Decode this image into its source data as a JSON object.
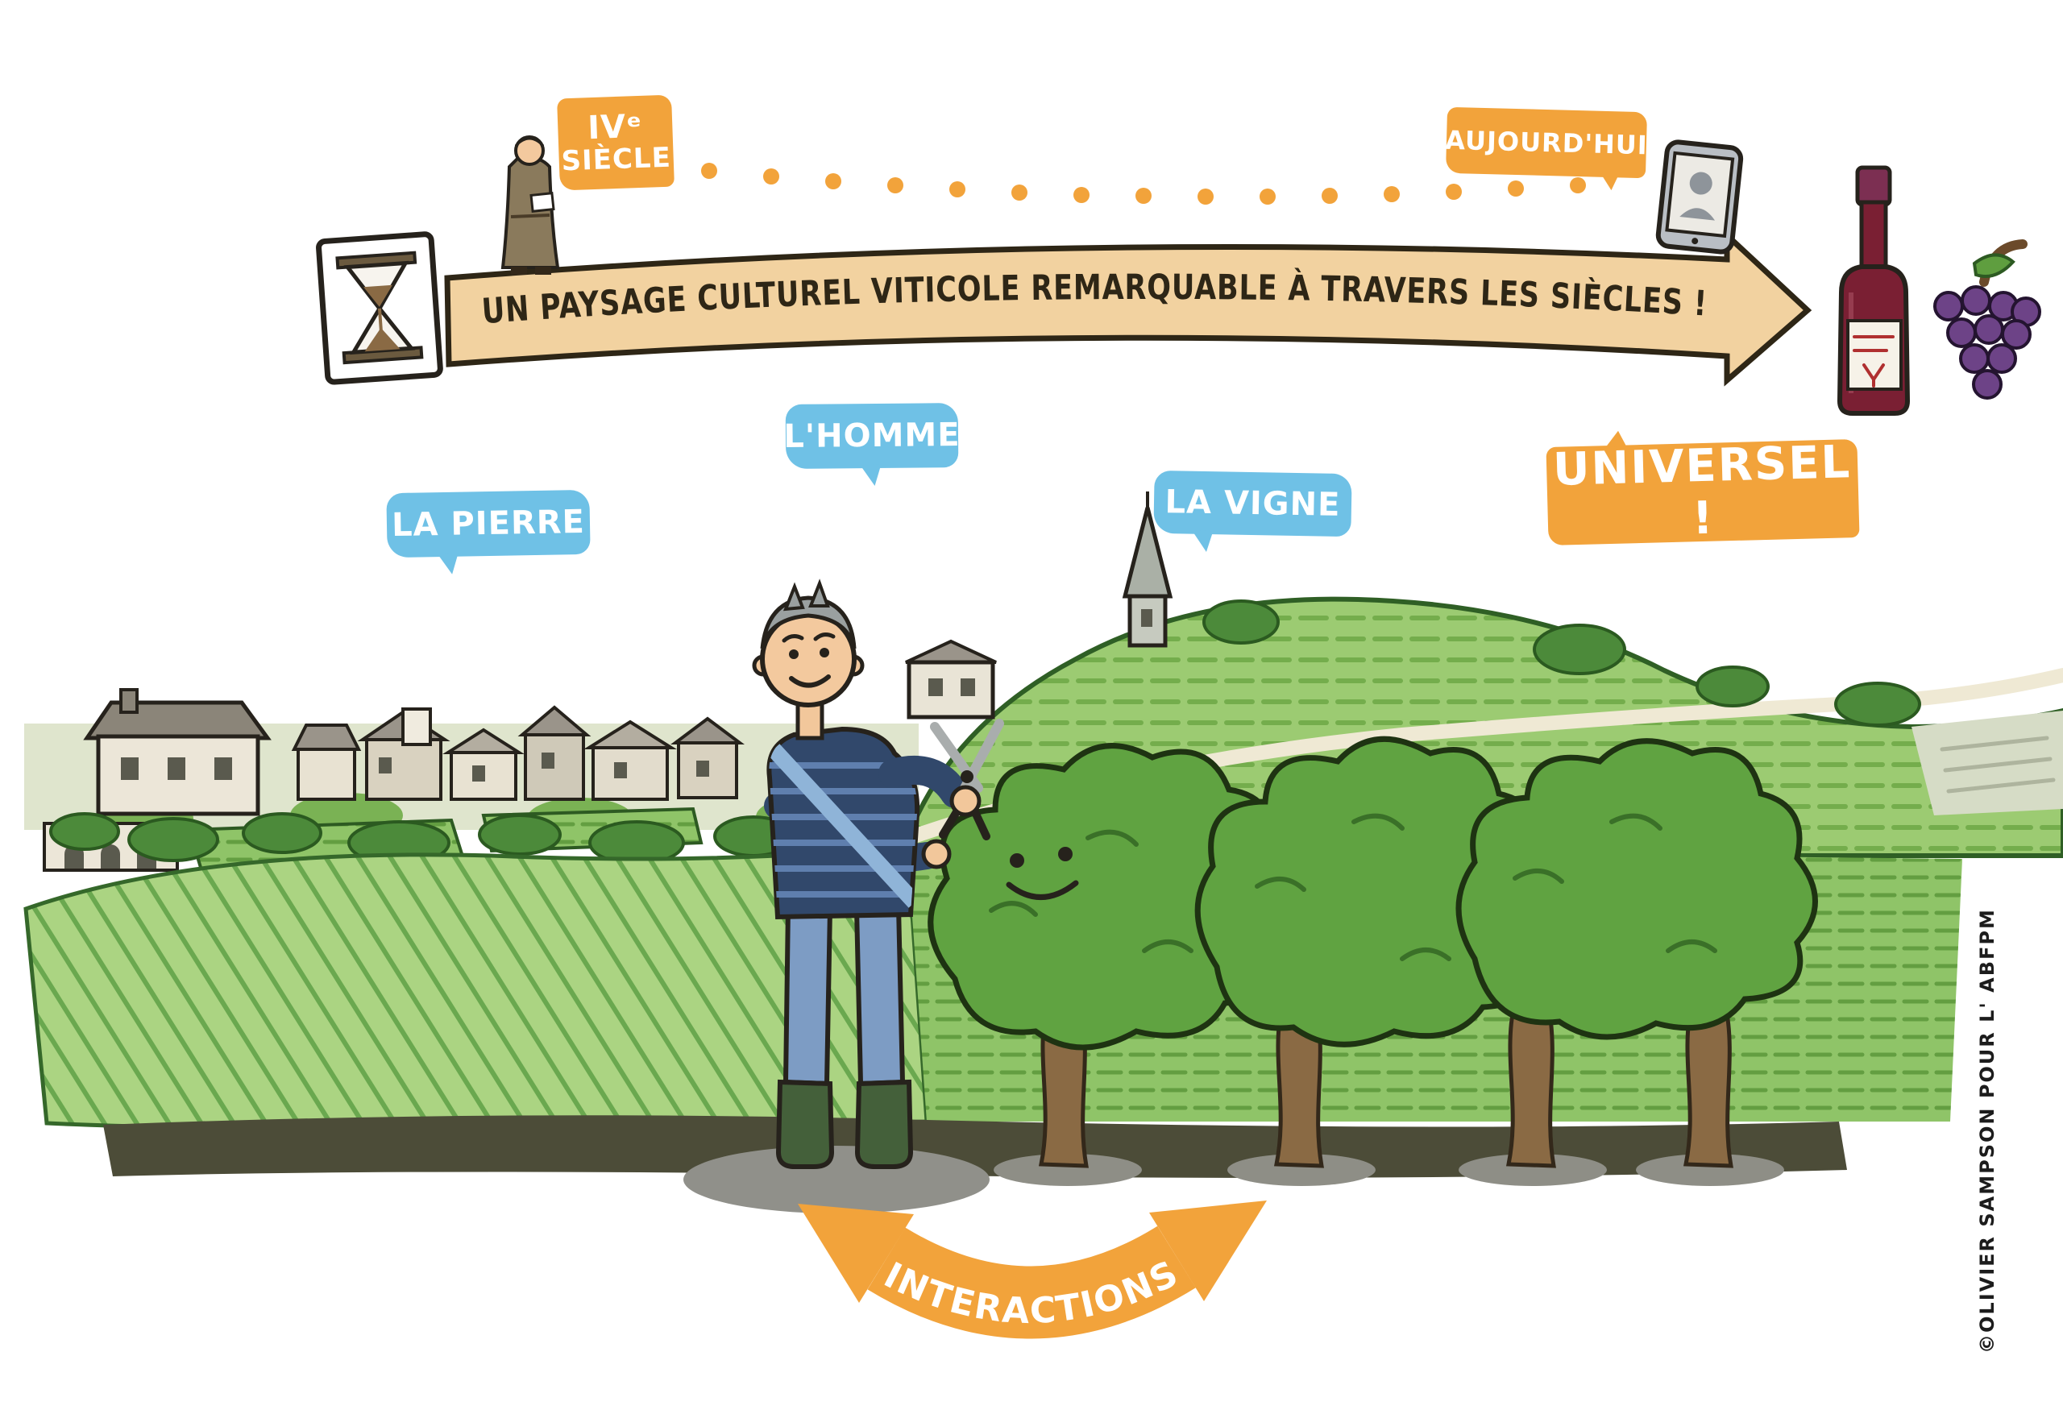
{
  "timeline": {
    "start_line1": "IVᵉ",
    "start_line2": "SIÈCLE",
    "end_label": "AUJOURD'HUI",
    "banner_text": "UN PAYSAGE CULTUREL VITICOLE REMARQUABLE À TRAVERS LES SIÈCLES !"
  },
  "bubbles": {
    "stone": "LA PIERRE",
    "man": "L'HOMME",
    "vine": "LA VIGNE"
  },
  "badges": {
    "universal": "UNIVERSEL !",
    "interactions": "INTERACTIONS"
  },
  "credit": "©OLIVIER SAMPSON POUR L' ABFPM",
  "icons": {
    "monk": "monk-figure",
    "hourglass": "hourglass-picture",
    "phone": "smartphone-photo",
    "bottle": "wine-bottle",
    "grapes": "grape-bunch",
    "shears": "pruning-shears"
  },
  "colors": {
    "accent_orange": "#F2A33B",
    "bubble_blue": "#6FC1E6",
    "banner_beige": "#F2D2A0",
    "field_green": "#ABD482",
    "vine_green": "#60A341",
    "ground_olive": "#4C4C38",
    "ink": "#26221C"
  }
}
